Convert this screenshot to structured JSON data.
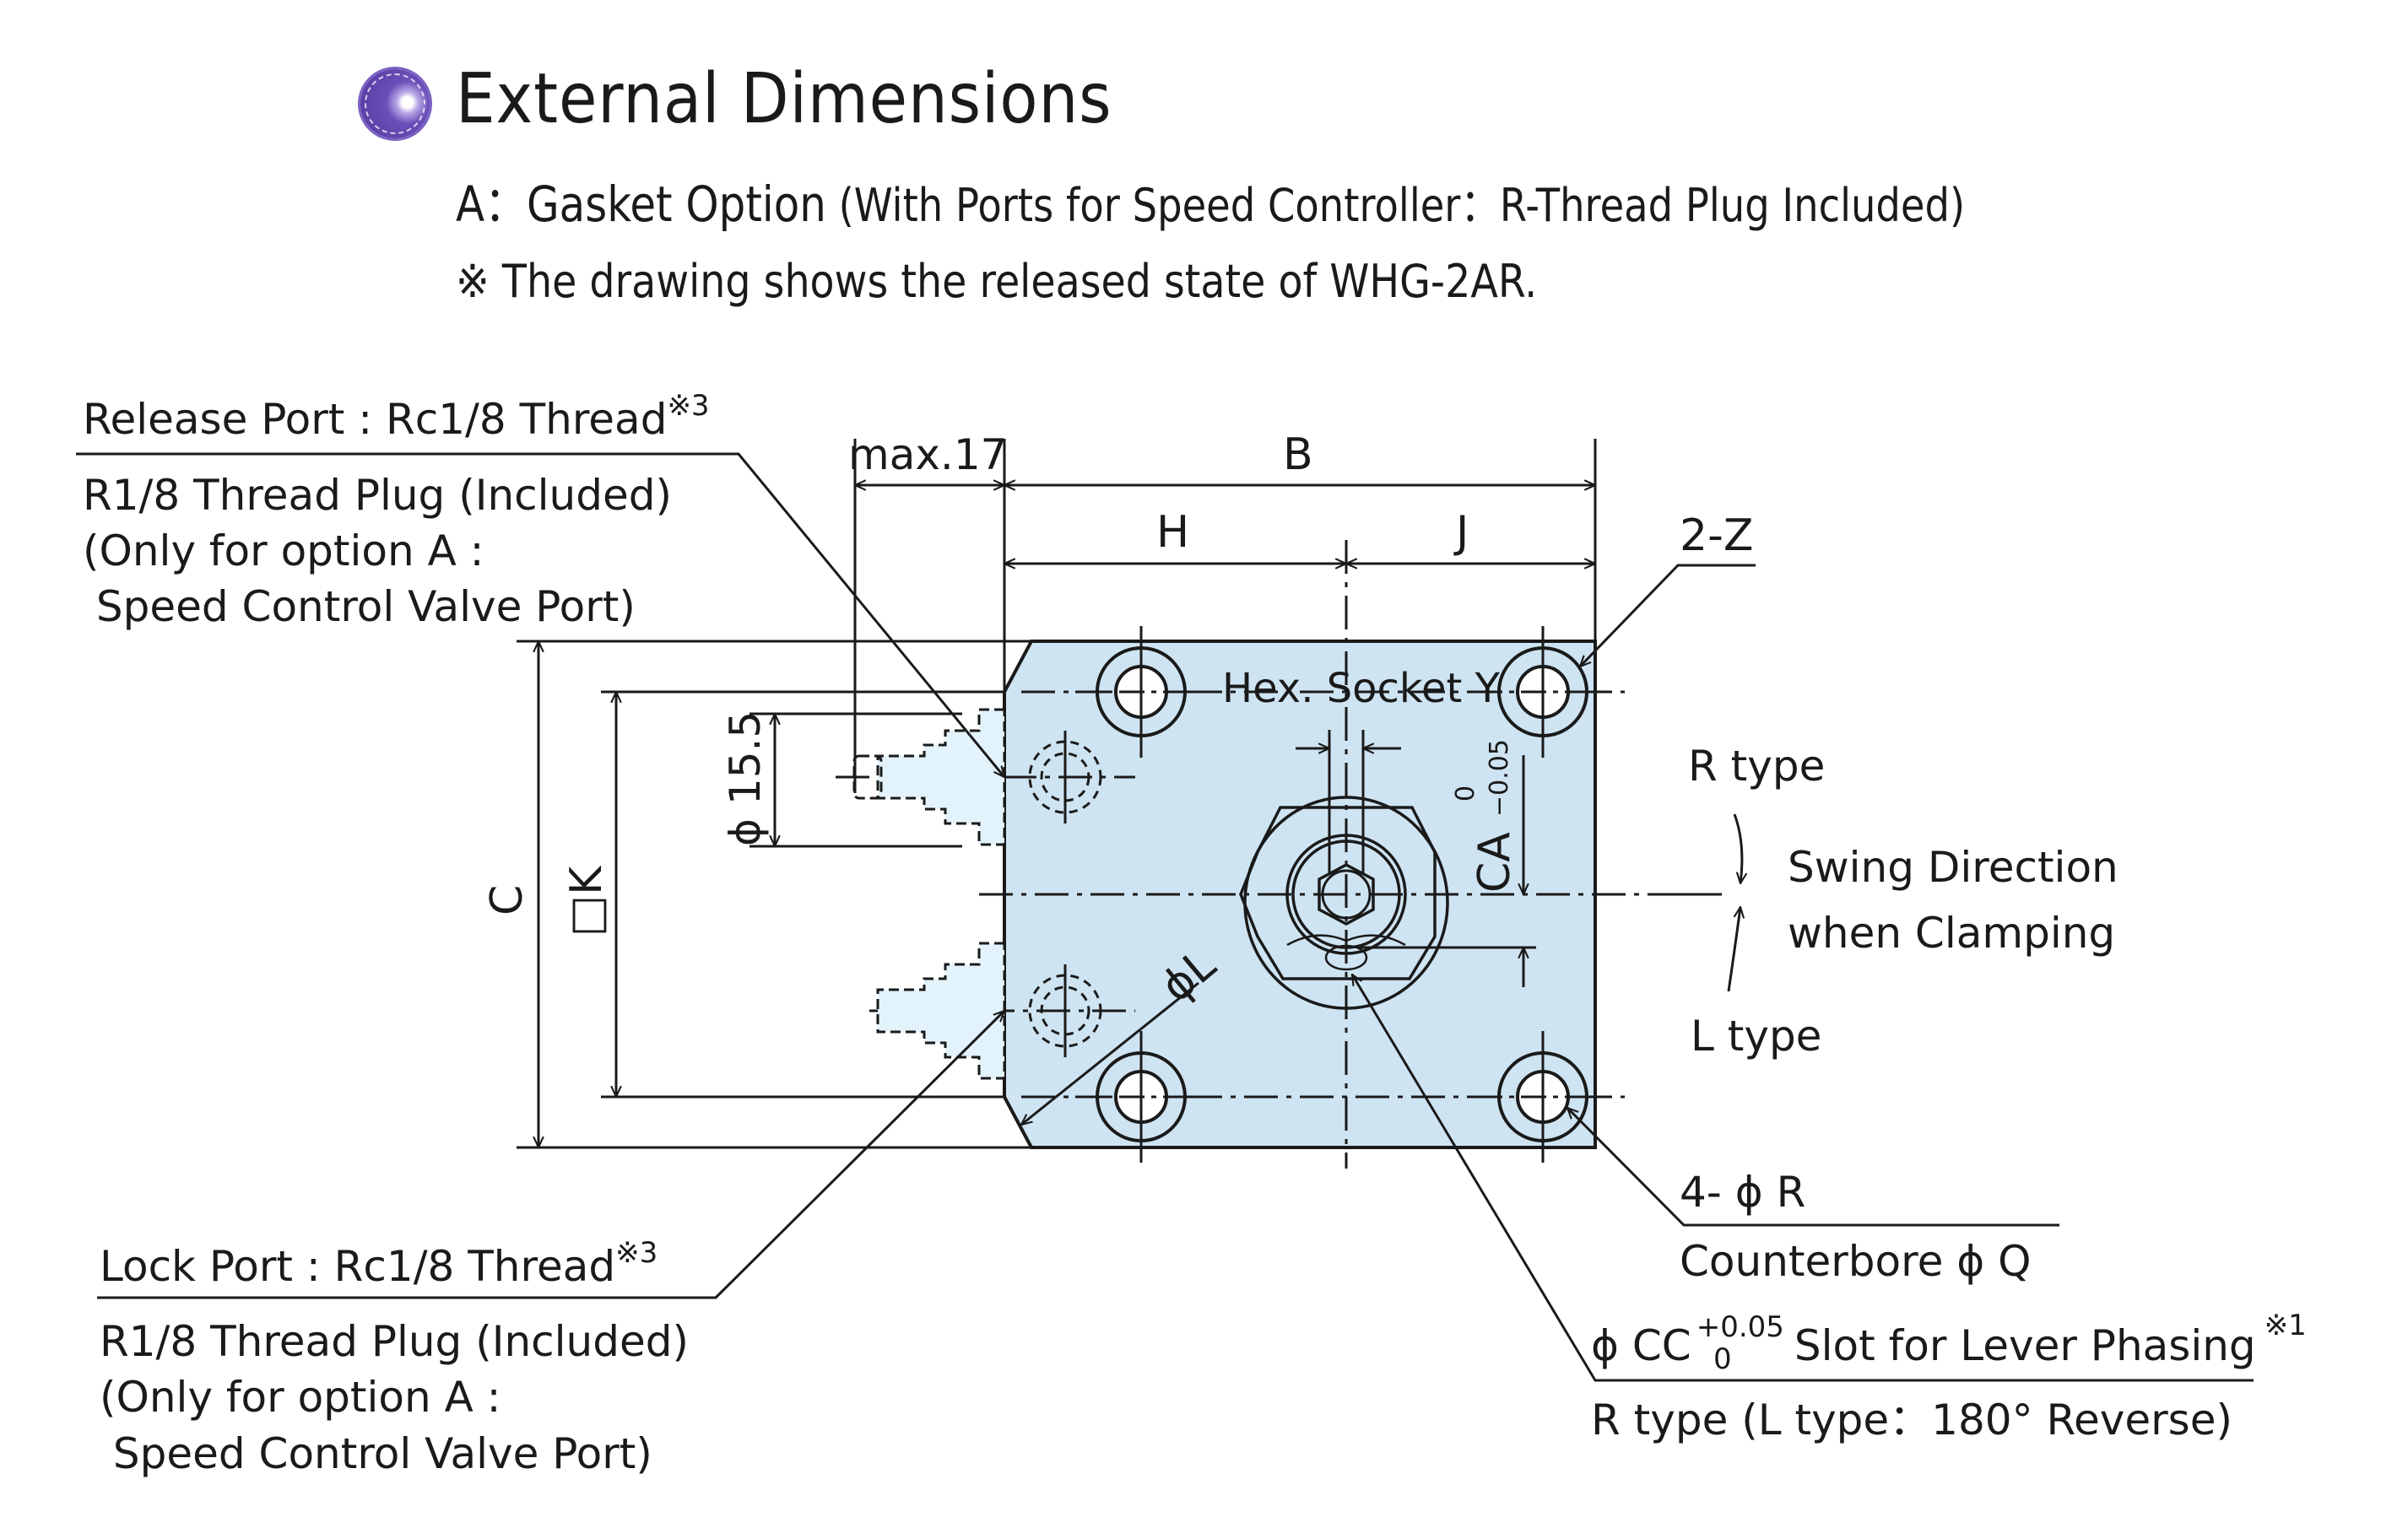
{
  "header": {
    "title": "External Dimensions",
    "subtitle_option": "A：Gasket Option",
    "subtitle_detail": " (With Ports for Speed Controller：R-Thread Plug Included)",
    "note": "※ The drawing shows the released state of WHG-2AR.",
    "bullet_color": "#5a3fa6"
  },
  "drawing": {
    "plate_color": "#cfe4f2",
    "port_fill_color": "#e3f3fb",
    "dimensions": {
      "max17": "max.17",
      "B": "B",
      "H": "H",
      "J": "J",
      "C": "C",
      "K": "□K",
      "phi155": "ϕ 15.5",
      "phiL": "ϕL",
      "CA": "CA",
      "CA_tol_upper": "0",
      "CA_tol_lower": "−0.05",
      "hex_socket": "Hex. Socket Y",
      "twoZ": "2-Z"
    },
    "callouts": {
      "release_port": "Release Port : Rc1/8 Thread",
      "release_port_note": "※3",
      "release_plug_lines": [
        "R1/8 Thread Plug (Included)",
        "(Only for option A :",
        " Speed Control Valve Port)"
      ],
      "lock_port": "Lock Port : Rc1/8 Thread",
      "lock_port_note": "※3",
      "lock_plug_lines": [
        "R1/8 Thread Plug (Included)",
        "(Only for option A :",
        " Speed Control Valve Port)"
      ],
      "r_type": "R type",
      "l_type": "L type",
      "swing_lines": [
        "Swing Direction",
        "when Clamping"
      ],
      "holes": "4- ϕ R",
      "counterbore": "Counterbore ϕ Q",
      "slot_prefix": "ϕ CC",
      "slot_tol_upper": "+0.05",
      "slot_tol_lower": "0",
      "slot_text": "Slot for Lever Phasing",
      "slot_note": "※1",
      "slot_type": "R type (L type：180° Reverse)"
    }
  }
}
